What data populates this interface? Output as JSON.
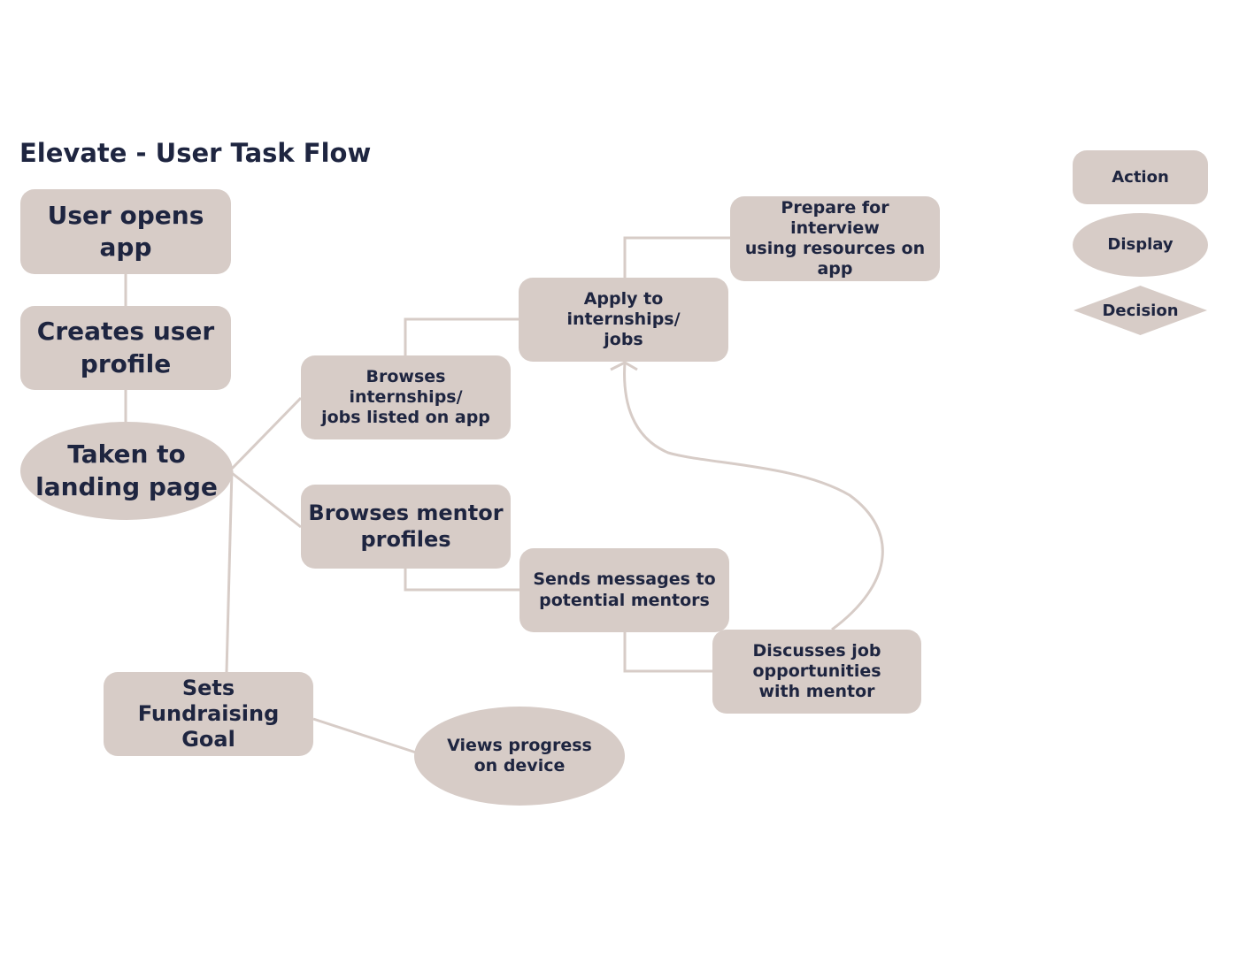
{
  "title": "Elevate - User Task Flow",
  "colors": {
    "node_fill": "#d7ccc7",
    "connector": "#d7ccc7",
    "text": "#1e2540",
    "background": "#ffffff"
  },
  "nodes": {
    "user_opens_app": "User opens\napp",
    "creates_user_profile": "Creates user\nprofile",
    "taken_to_landing_page": "Taken to\nlanding page",
    "browses_internships": "Browses internships/\njobs listed on app",
    "apply_internships": "Apply to internships/\njobs",
    "prepare_interview": "Prepare for interview\nusing resources on app",
    "browses_mentor_profiles": "Browses mentor\nprofiles",
    "sends_messages": "Sends messages to\npotential mentors",
    "discusses_job": "Discusses job\nopportunities\nwith mentor",
    "sets_fundraising_goal": "Sets\nFundraising Goal",
    "views_progress": "Views progress\non device"
  },
  "legend": {
    "action": "Action",
    "display": "Display",
    "decision": "Decision"
  }
}
